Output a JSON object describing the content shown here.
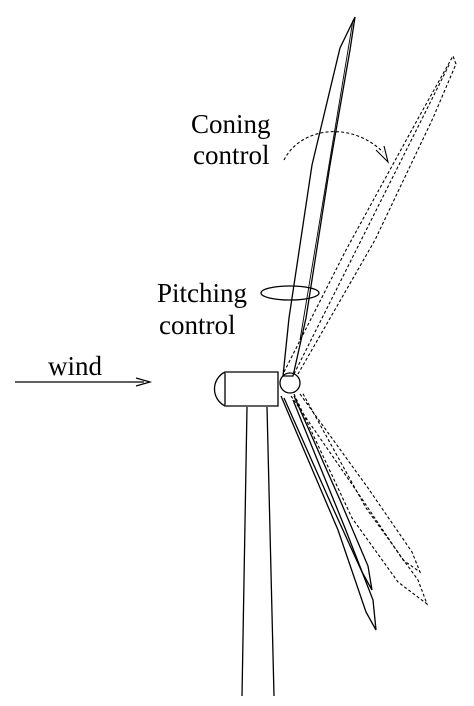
{
  "labels": {
    "wind": "wind",
    "coning_line1": "Coning",
    "coning_line2": "control",
    "pitching_line1": "Pitching",
    "pitching_line2": "control"
  },
  "colors": {
    "ink": "#000000",
    "background": "#ffffff"
  }
}
